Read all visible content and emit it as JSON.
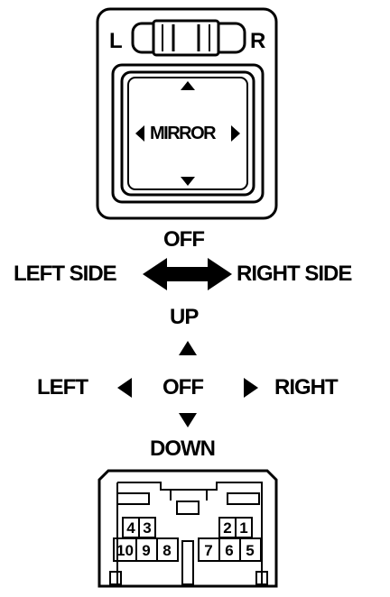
{
  "switch": {
    "left_letter": "L",
    "right_letter": "R",
    "mirror_label": "MIRROR"
  },
  "side_select": {
    "off": "OFF",
    "left_side": "LEFT SIDE",
    "right_side": "RIGHT SIDE"
  },
  "directions": {
    "up": "UP",
    "left": "LEFT",
    "off": "OFF",
    "right": "RIGHT",
    "down": "DOWN"
  },
  "connector": {
    "pins_top": [
      "4",
      "3",
      "2",
      "1"
    ],
    "pins_bottom": [
      "10",
      "9",
      "8",
      "7",
      "6",
      "5"
    ]
  }
}
